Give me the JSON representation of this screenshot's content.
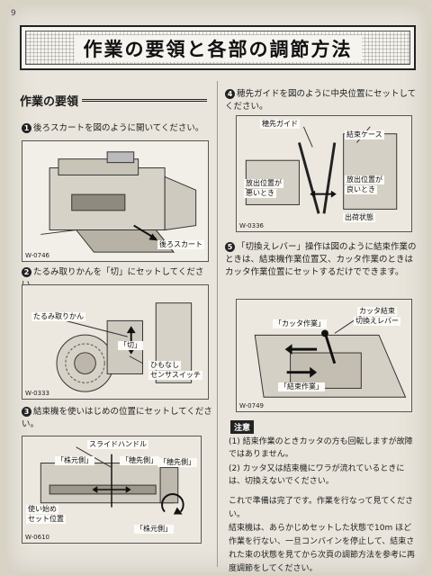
{
  "page_number": "9",
  "title": "作業の要領と各部の調節方法",
  "section": "作業の要領",
  "steps": [
    {
      "num": "1",
      "text": "後ろスカートを図のように開いてください。"
    },
    {
      "num": "2",
      "text": "たるみ取りかんを「切」にセットしてください。"
    },
    {
      "num": "3",
      "text": "結束機を使いはじめの位置にセットしてください。"
    },
    {
      "num": "4",
      "text": "穂先ガイドを図のように中央位置にセットしてください。"
    },
    {
      "num": "5",
      "text": "「切換えレバー」操作は図のように結束作業のときは、結束機作業位置又、カッタ作業のときはカッタ作業位置にセットするだけでできます。"
    }
  ],
  "figures": {
    "fig1": {
      "code": "W-0746",
      "labels": [
        "後ろスカート"
      ]
    },
    "fig2": {
      "code": "W-0333",
      "labels": [
        "たるみ取りかん",
        "「切」",
        "ひもなし",
        "センサスイッチ"
      ]
    },
    "fig3": {
      "code": "W-0610",
      "labels": [
        "スライドハンドル",
        "「株元側」",
        "「穂先側」",
        "使い始め",
        "セット位置",
        "「穂先側」",
        "「株元側」"
      ]
    },
    "fig4": {
      "code": "W-0336",
      "labels": [
        "穂先ガイド",
        "結束ケース",
        "放出位置が",
        "悪いとき",
        "放出位置が",
        "良いとき",
        "出荷状態"
      ]
    },
    "fig5": {
      "code": "W-0749",
      "labels": [
        "カッタ結束",
        "切換えレバー",
        "「カッタ作業」",
        "「結束作業」"
      ]
    }
  },
  "note": {
    "heading": "注意",
    "items": [
      "(1) 結束作業のときカッタの方も回転しますが故障ではありません。",
      "(2) カッタ又は結束機にワラが流れているときには、切換えないでください。"
    ]
  },
  "closing": [
    "これで準備は完了です。作業を行なって見てください。",
    "結束機は、あらかじめセットした状態で10m ほど作業を行ない、一旦コンバインを停止して、結束された束の状態を見てから次頁の調節方法を参考に再度調節をしてください。"
  ]
}
